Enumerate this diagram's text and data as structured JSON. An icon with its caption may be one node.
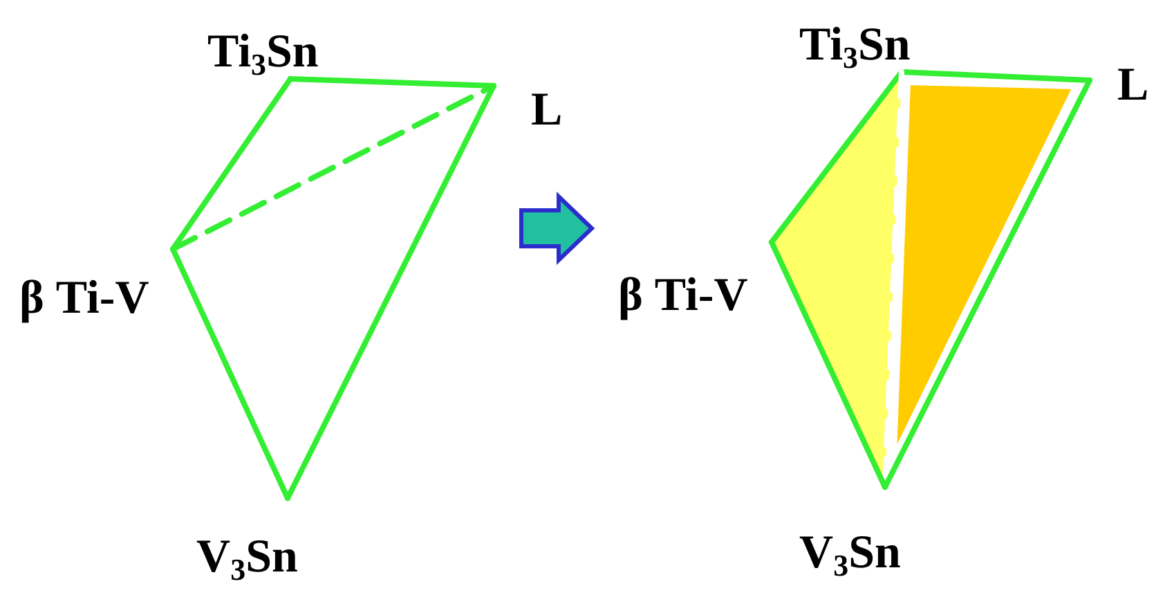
{
  "diagram": {
    "nodes": [
      {
        "text": [
          "Ti$_{3}$Sn"
        ]
      },
      {
        "text": [
          "L"
        ]
      },
      {
        "text": [
          "β Ti-V"
        ]
      },
      {
        "text": [
          "V$_{3}$Sn"
        ]
      },
      {
        "text": [
          "Ti$_{3}$Sn"
        ]
      },
      {
        "text": [
          "L"
        ]
      },
      {
        "text": [
          "β Ti-V"
        ]
      },
      {
        "text": [
          "V$_{3}$Sn"
        ]
      }
    ],
    "edges": [
      {
        "from": 0,
        "to": 1,
        "arrow": "none"
      },
      {
        "from": 0,
        "to": 2,
        "arrow": "none"
      },
      {
        "from": 2,
        "to": 1,
        "arrow": "none",
        "style": "dashed"
      },
      {
        "from": 2,
        "to": 3,
        "arrow": "none"
      },
      {
        "from": 3,
        "to": 1,
        "arrow": "none"
      },
      {
        "from": 4,
        "to": 5,
        "arrow": "none"
      },
      {
        "from": 4,
        "to": 6,
        "arrow": "none"
      },
      {
        "from": 4,
        "to": 7,
        "arrow": "none",
        "style": "dashed",
        "color": "#ffffff"
      },
      {
        "from": 6,
        "to": 7,
        "arrow": "none"
      },
      {
        "from": 7,
        "to": 5,
        "arrow": "none"
      }
    ]
  }
}
